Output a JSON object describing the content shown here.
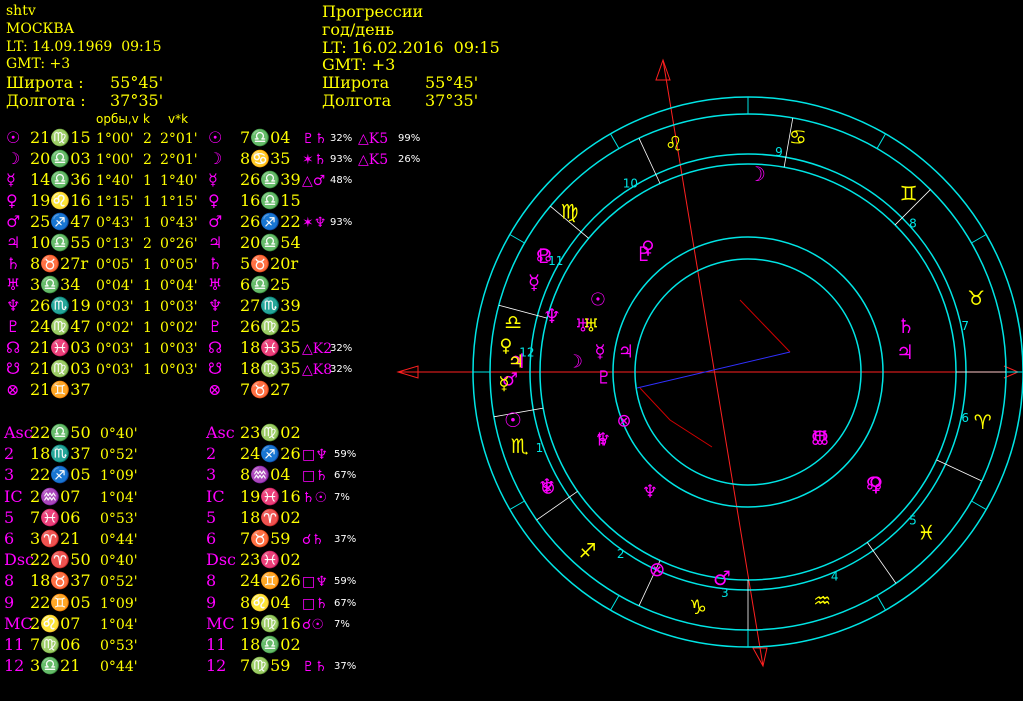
{
  "natal": {
    "name": "shtv",
    "city": "МОСКВА",
    "lt": "LT: 14.09.1969  09:15",
    "gmt": "GMT: +3",
    "lat_label": "Широта :",
    "lat_value": "55°45'",
    "lon_label": "Долгота :",
    "lon_value": "37°35'"
  },
  "prog": {
    "title": "Прогрессии",
    "subtitle": "год/день",
    "lt": "LT: 16.02.2016  09:15",
    "gmt": "GMT: +3",
    "lat_label": "Широта",
    "lat_value": "55°45'",
    "lon_label": "Долгота",
    "lon_value": "37°35'"
  },
  "orb_headers": {
    "orbs": "орбы,v",
    "k": "k",
    "vk": "v*k"
  },
  "planet_rows": [
    {
      "glyph": "☉",
      "pos": "21♍15",
      "orb": "1°00'",
      "k": "2",
      "vk": "2°01'",
      "pglyph": "☉",
      "ppos": "7♎04",
      "aspect": "♇♄",
      "pct": "32%",
      "aspect2": "△K5",
      "pct2": "99%"
    },
    {
      "glyph": "☽",
      "pos": "20♎03",
      "orb": "1°00'",
      "k": "2",
      "vk": "2°01'",
      "pglyph": "☽",
      "ppos": "8♋35",
      "aspect": "✶♄",
      "pct": "93%",
      "aspect2": "△K5",
      "pct2": "26%"
    },
    {
      "glyph": "☿",
      "pos": "14♎36",
      "orb": "1°40'",
      "k": "1",
      "vk": "1°40'",
      "pglyph": "☿",
      "ppos": "26♎39",
      "aspect": "△♂",
      "pct": "48%",
      "aspect2": "",
      "pct2": ""
    },
    {
      "glyph": "♀",
      "pos": "19♌16",
      "orb": "1°15'",
      "k": "1",
      "vk": "1°15'",
      "pglyph": "♀",
      "ppos": "16♎15",
      "aspect": "",
      "pct": "",
      "aspect2": "",
      "pct2": ""
    },
    {
      "glyph": "♂",
      "pos": "25♐47",
      "orb": "0°43'",
      "k": "1",
      "vk": "0°43'",
      "pglyph": "♂",
      "ppos": "26♐22",
      "aspect": "✶♆",
      "pct": "93%",
      "aspect2": "",
      "pct2": ""
    },
    {
      "glyph": "♃",
      "pos": "10♎55",
      "orb": "0°13'",
      "k": "2",
      "vk": "0°26'",
      "pglyph": "♃",
      "ppos": "20♎54",
      "aspect": "",
      "pct": "",
      "aspect2": "",
      "pct2": ""
    },
    {
      "glyph": "♄",
      "pos": "8♉27r",
      "orb": "0°05'",
      "k": "1",
      "vk": "0°05'",
      "pglyph": "♄",
      "ppos": "5♉20r",
      "aspect": "",
      "pct": "",
      "aspect2": "",
      "pct2": ""
    },
    {
      "glyph": "♅",
      "pos": "3♎34",
      "orb": "0°04'",
      "k": "1",
      "vk": "0°04'",
      "pglyph": "♅",
      "ppos": "6♎25",
      "aspect": "",
      "pct": "",
      "aspect2": "",
      "pct2": ""
    },
    {
      "glyph": "♆",
      "pos": "26♏19",
      "orb": "0°03'",
      "k": "1",
      "vk": "0°03'",
      "pglyph": "♆",
      "ppos": "27♏39",
      "aspect": "",
      "pct": "",
      "aspect2": "",
      "pct2": ""
    },
    {
      "glyph": "♇",
      "pos": "24♍47",
      "orb": "0°02'",
      "k": "1",
      "vk": "0°02'",
      "pglyph": "♇",
      "ppos": "26♍25",
      "aspect": "",
      "pct": "",
      "aspect2": "",
      "pct2": ""
    },
    {
      "glyph": "☊",
      "pos": "21♓03",
      "orb": "0°03'",
      "k": "1",
      "vk": "0°03'",
      "pglyph": "☊",
      "ppos": "18♓35",
      "aspect": "△K2",
      "pct": "32%",
      "aspect2": "",
      "pct2": ""
    },
    {
      "glyph": "☋",
      "pos": "21♍03",
      "orb": "0°03'",
      "k": "1",
      "vk": "0°03'",
      "pglyph": "☋",
      "ppos": "18♍35",
      "aspect": "△K8",
      "pct": "32%",
      "aspect2": "",
      "pct2": ""
    },
    {
      "glyph": "⊗",
      "pos": "21♊37",
      "orb": "",
      "k": "",
      "vk": "",
      "pglyph": "⊗",
      "ppos": "7♉27",
      "aspect": "",
      "pct": "",
      "aspect2": "",
      "pct2": ""
    }
  ],
  "house_rows": [
    {
      "label": "Asc",
      "pos": "22♎50",
      "orb": "0°40'",
      "plabel": "Asc",
      "ppos": "23♍02",
      "aspect": "",
      "pct": ""
    },
    {
      "label": "2",
      "pos": "18♏37",
      "orb": "0°52'",
      "plabel": "2",
      "ppos": "24♐26",
      "aspect": "□♆",
      "pct": "59%"
    },
    {
      "label": "3",
      "pos": "22♐05",
      "orb": "1°09'",
      "plabel": "3",
      "ppos": "8♒04",
      "aspect": "□♄",
      "pct": "67%"
    },
    {
      "label": "IC",
      "pos": "2♒07",
      "orb": "1°04'",
      "plabel": "IC",
      "ppos": "19♓16",
      "aspect": "♄☉",
      "pct": "7%"
    },
    {
      "label": "5",
      "pos": "7♓06",
      "orb": "0°53'",
      "plabel": "5",
      "ppos": "18♈02",
      "aspect": "",
      "pct": ""
    },
    {
      "label": "6",
      "pos": "3♈21",
      "orb": "0°44'",
      "plabel": "6",
      "ppos": "7♉59",
      "aspect": "☌♄",
      "pct": "37%"
    },
    {
      "label": "Dsc",
      "pos": "22♈50",
      "orb": "0°40'",
      "plabel": "Dsc",
      "ppos": "23♓02",
      "aspect": "",
      "pct": ""
    },
    {
      "label": "8",
      "pos": "18♉37",
      "orb": "0°52'",
      "plabel": "8",
      "ppos": "24♊26",
      "aspect": "□♆",
      "pct": "59%"
    },
    {
      "label": "9",
      "pos": "22♊05",
      "orb": "1°09'",
      "plabel": "9",
      "ppos": "8♌04",
      "aspect": "□♄",
      "pct": "67%"
    },
    {
      "label": "MC",
      "pos": "2♌07",
      "orb": "1°04'",
      "plabel": "MC",
      "ppos": "19♍16",
      "aspect": "☌☉",
      "pct": "7%"
    },
    {
      "label": "11",
      "pos": "7♍06",
      "orb": "0°53'",
      "plabel": "11",
      "ppos": "18♎02",
      "aspect": "",
      "pct": ""
    },
    {
      "label": "12",
      "pos": "3♎21",
      "orb": "0°44'",
      "plabel": "12",
      "ppos": "7♍59",
      "aspect": "♇♄",
      "pct": "37%"
    }
  ],
  "wheel": {
    "signs": [
      "♋",
      "♊",
      "♉",
      "♈",
      "♓",
      "♒",
      "♑",
      "♐",
      "♏",
      "♎",
      "♍",
      "♌"
    ],
    "house_numbers": [
      "9",
      "8",
      "7",
      "6",
      "5",
      "4",
      "3",
      "2",
      "1",
      "12",
      "11",
      "10"
    ],
    "outer_planets": [
      "☽",
      "♄",
      "♃",
      "♅",
      "♀",
      "♇",
      "♇",
      "☿",
      "☉",
      "♆",
      "⊗",
      "♂",
      "☊",
      "♃",
      "♆"
    ],
    "inner_planets": [
      "♀",
      "☉",
      "♅",
      "♆",
      "♇",
      "☊",
      "☽",
      "☿",
      "♃",
      "♄",
      "⊗",
      "♆",
      "☊",
      "♂",
      "⊗"
    ],
    "colors": {
      "ring": "#00e5e5",
      "axis": "#ff2020",
      "aspect_red": "#d00000",
      "aspect_blue": "#3030ff",
      "planet": "#ff00ff",
      "sign": "#ffff00"
    }
  }
}
